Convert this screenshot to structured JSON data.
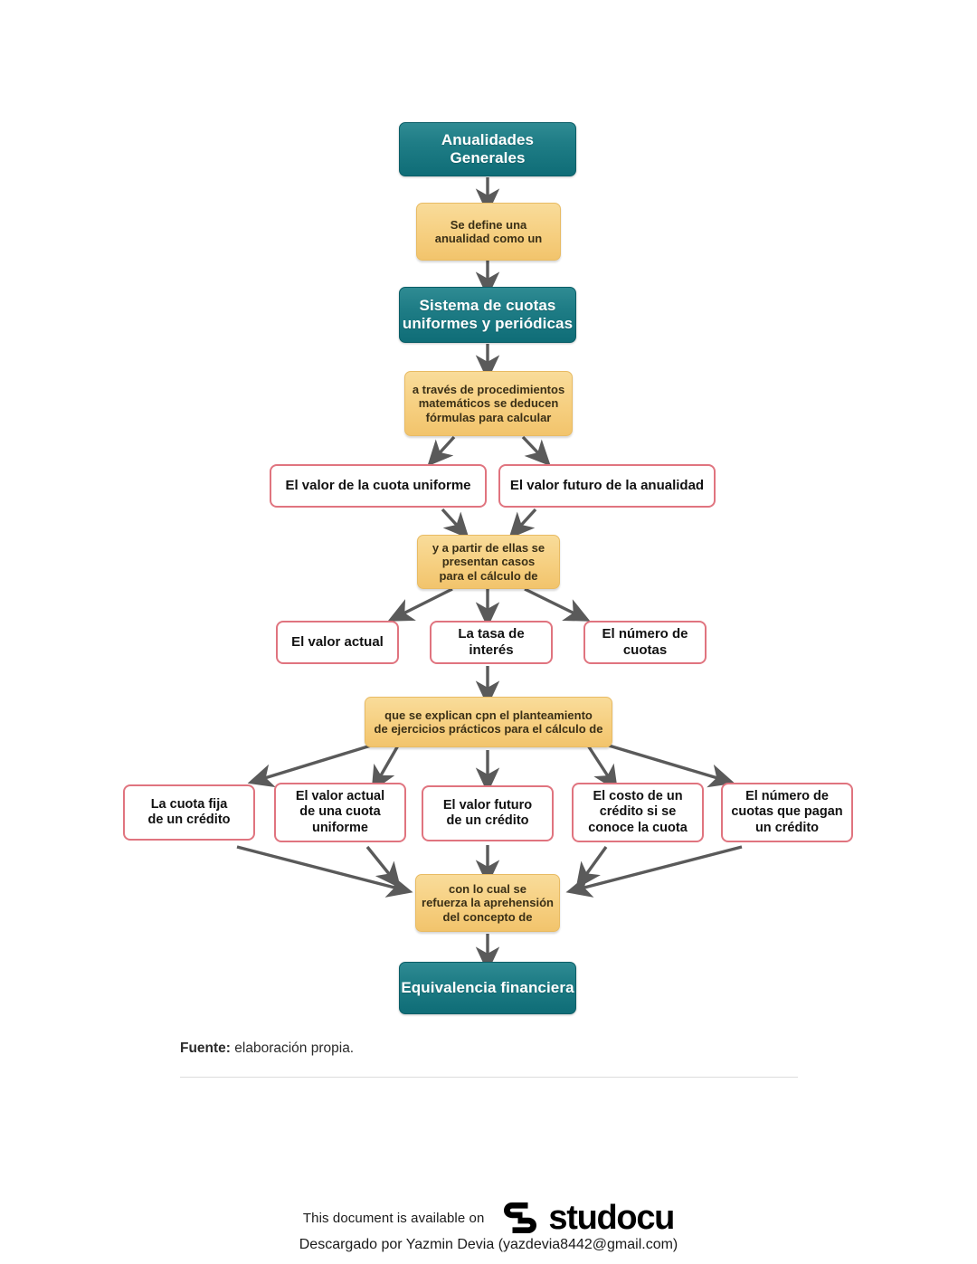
{
  "diagram": {
    "title": "Anualidades Generales - mapa conceptual",
    "colors": {
      "teal": "#19757f",
      "amber": "#f5c97a",
      "box_border": "#e0747f",
      "arrow": "#5a5a5a",
      "page_bg": "#ffffff"
    },
    "nodes": {
      "root": "Anualidades\nGenerales",
      "c1": "Se define una\nanualidad como un",
      "n2": "Sistema de cuotas\nuniformes y periódicas",
      "c2": "a través de procedimientos\nmatemáticos se deducen\nfórmulas para calcular",
      "b1": "El valor de la cuota uniforme",
      "b2": "El valor futuro de la anualidad",
      "c3": "y a partir de ellas se\npresentan casos\npara el cálculo de",
      "d1": "El valor actual",
      "d2": "La tasa de\ninterés",
      "d3": "El número de\ncuotas",
      "c4": "que se explican cpn el planteamiento\nde ejercicios prácticos para el cálculo de",
      "e1": "La cuota fija\nde un crédito",
      "e2": "El valor actual\nde una cuota\nuniforme",
      "e3": "El valor futuro\nde un crédito",
      "e4": "El costo de un\ncrédito si se\nconoce la cuota",
      "e5": "El número de\ncuotas que pagan\nun crédito",
      "c5": "con lo cual se\nrefuerza la aprehensión\ndel concepto de",
      "end": "Equivalencia financiera"
    }
  },
  "source": {
    "label": "Fuente:",
    "text": " elaboración propia."
  },
  "footer": {
    "available_text": "This document is available on",
    "brand": "studocu",
    "downloaded_text": "Descargado por Yazmin Devia (yazdevia8442@gmail.com)"
  }
}
